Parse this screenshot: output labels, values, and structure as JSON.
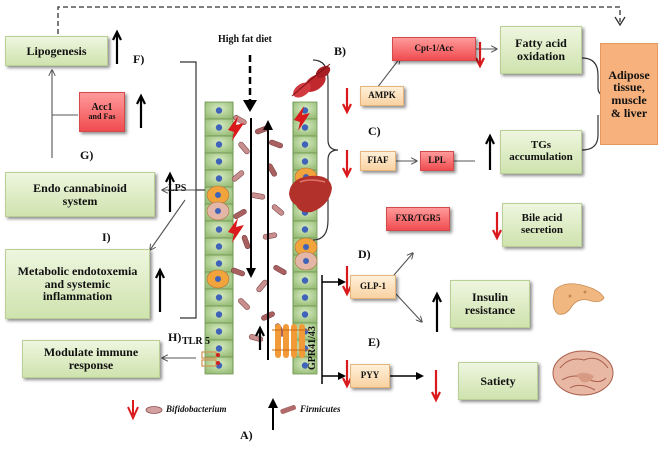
{
  "boxes": {
    "lipogenesis": "Lipogenesis",
    "acc1_line1": "Acc1",
    "acc1_line2": "and Fas",
    "endo_line1": "Endo cannabinoid",
    "endo_line2": "system",
    "metabolic_line1": "Metabolic endotoxemia",
    "metabolic_line2": "and systemic",
    "metabolic_line3": "inflammation",
    "immune_line1": "Modulate immune",
    "immune_line2": "response",
    "cpt": "Cpt-1/Acc",
    "fatty_line1": "Fatty acid",
    "fatty_line2": "oxidation",
    "ampk": "AMPK",
    "fiaf": "FIAF",
    "lpl": "LPL",
    "tgs_line1": "TGs",
    "tgs_line2": "accumulation",
    "fxr": "FXR/TGR5",
    "bile_line1": "Bile acid",
    "bile_line2": "secretion",
    "glp1": "GLP-1",
    "insulin_line1": "Insulin",
    "insulin_line2": "resistance",
    "pyy": "PYY",
    "satiety": "Satiety",
    "adipose_line1": "Adipose",
    "adipose_line2": "tissue,",
    "adipose_line3": "muscle",
    "adipose_line4": "& liver"
  },
  "labels": {
    "high_fat_diet": "High fat diet",
    "lps": "LPS",
    "tlr5": "TLR 5",
    "gpr": "GPR41/43",
    "a": "A)",
    "b": "B)",
    "c": "C)",
    "d": "D)",
    "e": "E)",
    "f": "F)",
    "g": "G)",
    "h": "H)",
    "i": "I)"
  },
  "legend": {
    "bifidobacterium": "Bifidobacterium",
    "firmicutes": "Firmicutes"
  },
  "colors": {
    "green_box": "#d6e8b8",
    "red_box": "#f25b5e",
    "peach_box": "#fbdcb4",
    "orange_box": "#f6b17d",
    "down_arrow": "#d9191c",
    "up_arrow": "#000000",
    "bifido_cell": "#c98f8f",
    "firmicutes_cell": "#a86060",
    "epithelium": "#a9c88b",
    "nucleus": "#3f63b8"
  }
}
